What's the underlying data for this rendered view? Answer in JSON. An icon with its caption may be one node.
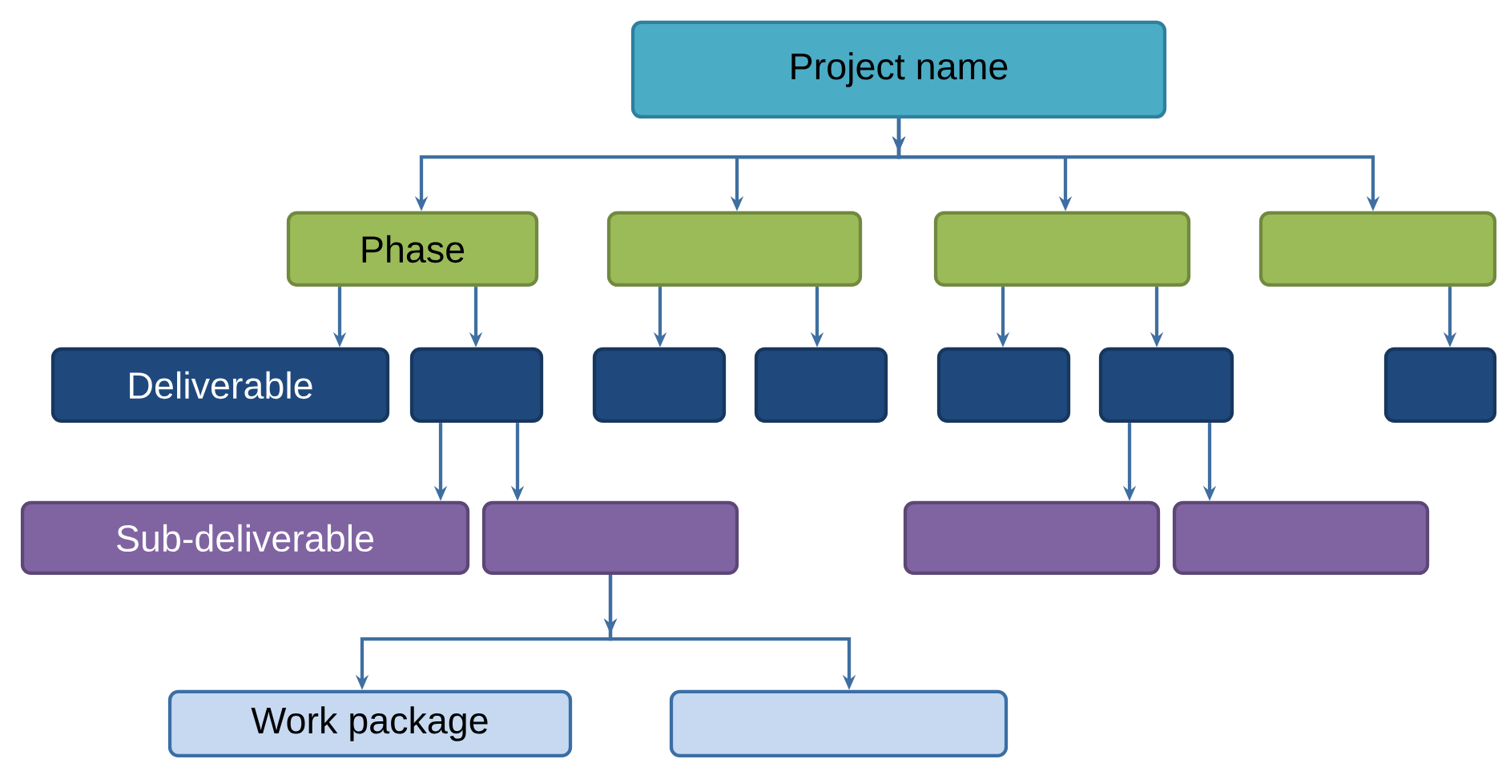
{
  "diagram": {
    "nodes": [
      {
        "text": [
          "Project name"
        ]
      },
      {
        "text": [
          "Phase"
        ]
      },
      {
        "text": [],
        "shape": "box"
      },
      {
        "text": [],
        "shape": "box"
      },
      {
        "text": [],
        "shape": "box"
      },
      {
        "text": [
          "Deliverable"
        ]
      },
      {
        "text": [],
        "shape": "box"
      },
      {
        "text": [],
        "shape": "box"
      },
      {
        "text": [],
        "shape": "box"
      },
      {
        "text": [],
        "shape": "box"
      },
      {
        "text": [],
        "shape": "box"
      },
      {
        "text": [],
        "shape": "box"
      },
      {
        "text": [
          "Sub-deliverable"
        ]
      },
      {
        "text": [],
        "shape": "box"
      },
      {
        "text": [],
        "shape": "box"
      },
      {
        "text": [],
        "shape": "box"
      },
      {
        "text": [
          "Work package"
        ]
      },
      {
        "text": [],
        "shape": "box"
      }
    ],
    "edges": [
      {
        "from": 0,
        "to": 1,
        "arrow": "to"
      },
      {
        "from": 0,
        "to": 2,
        "arrow": "to"
      },
      {
        "from": 0,
        "to": 3,
        "arrow": "to"
      },
      {
        "from": 0,
        "to": 4,
        "arrow": "to"
      },
      {
        "from": 1,
        "to": 5,
        "arrow": "to"
      },
      {
        "from": 1,
        "to": 6,
        "arrow": "to"
      },
      {
        "from": 2,
        "to": 7,
        "arrow": "to"
      },
      {
        "from": 2,
        "to": 8,
        "arrow": "to"
      },
      {
        "from": 3,
        "to": 9,
        "arrow": "to"
      },
      {
        "from": 3,
        "to": 10,
        "arrow": "to"
      },
      {
        "from": 4,
        "to": 11,
        "arrow": "to"
      },
      {
        "from": 6,
        "to": 12,
        "arrow": "to"
      },
      {
        "from": 6,
        "to": 13,
        "arrow": "to"
      },
      {
        "from": 10,
        "to": 14,
        "arrow": "to"
      },
      {
        "from": 10,
        "to": 15,
        "arrow": "to"
      },
      {
        "from": 13,
        "to": 16,
        "arrow": "to"
      },
      {
        "from": 13,
        "to": 17,
        "arrow": "to"
      }
    ]
  }
}
